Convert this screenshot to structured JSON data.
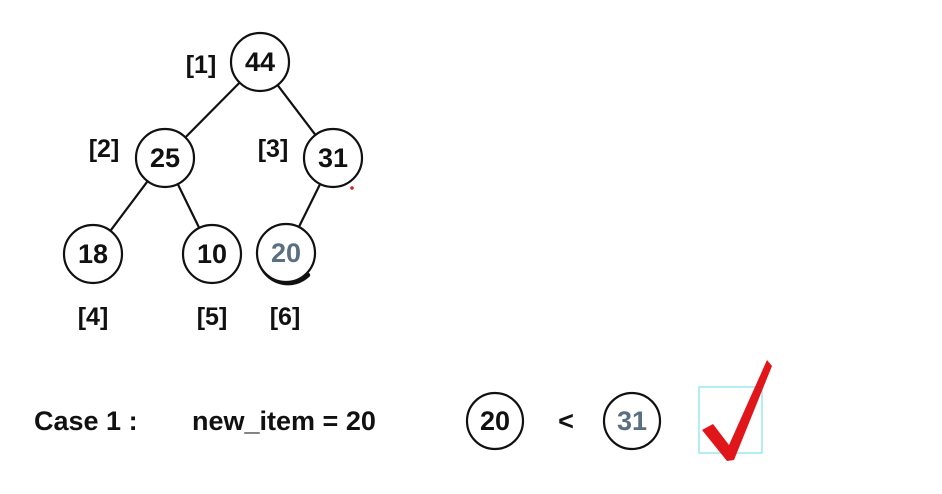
{
  "colors": {
    "ink": "#111111",
    "highlight_text": "#5a6f80",
    "check_mark": "#e0161b",
    "check_box_border": "#7fe3ea",
    "red_dot": "#d62020"
  },
  "tree": {
    "nodes": [
      {
        "id": "n1",
        "value": "44",
        "index": "[1]",
        "highlight": false
      },
      {
        "id": "n2",
        "value": "25",
        "index": "[2]",
        "highlight": false
      },
      {
        "id": "n3",
        "value": "31",
        "index": "[3]",
        "highlight": false
      },
      {
        "id": "n4",
        "value": "18",
        "index": "[4]",
        "highlight": false
      },
      {
        "id": "n5",
        "value": "10",
        "index": "[5]",
        "highlight": false
      },
      {
        "id": "n6",
        "value": "20",
        "index": "[6]",
        "highlight": true
      }
    ],
    "edges": [
      {
        "from": "n1",
        "to": "n2"
      },
      {
        "from": "n1",
        "to": "n3"
      },
      {
        "from": "n2",
        "to": "n4"
      },
      {
        "from": "n2",
        "to": "n5"
      },
      {
        "from": "n3",
        "to": "n6"
      }
    ]
  },
  "case_line": {
    "label": "Case 1 :",
    "expression": "new_item = 20",
    "left_value": "20",
    "operator": "<",
    "right_value": "31",
    "check_icon": "check-mark-icon"
  }
}
